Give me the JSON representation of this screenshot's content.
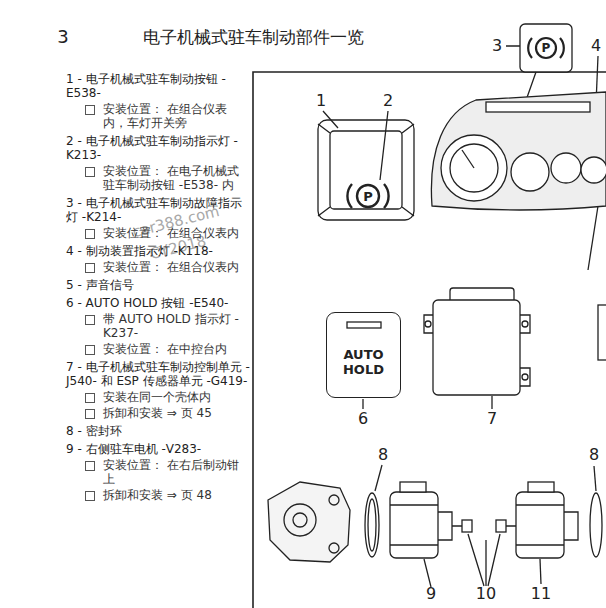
{
  "diagram": {
    "title": "电子机械式驻车制动部件一览",
    "nodes": [
      {
        "text": [
          "AUTO HOLD"
        ]
      }
    ],
    "labels": [
      "3",
      "1 - 电子机械式驻车制动按钮 -E538-",
      "安装位置： 在组合仪表内，车灯开关旁",
      "2 - 电子机械式驻车制动指示灯 -K213-",
      "安装位置： 在电子机械式驻车制动按钮 -E538- 内",
      "3 - 电子机械式驻车制动故障指示灯 -K214-",
      "安装位置： 在组合仪表内",
      "4 - 制动装置指示灯 -K118-",
      "安装位置： 在组合仪表内",
      "5 - 声音信号",
      "6 - AUTO HOLD 按钮 -E540-",
      "带 AUTO HOLD 指示灯 -K237-",
      "安装位置： 在中控台内",
      "7 - 电子机械式驻车制动控制单元 -J540- 和 ESP 传感器单元 -G419-",
      "安装在同一个壳体内",
      "拆卸和安装 ⇒ 页 45",
      "8 - 密封环",
      "9 - 右侧驻车电机 -V283-",
      "安装位置： 在右后制动钳上",
      "拆卸和安装 ⇒ 页 48",
      "car388.com",
      "CY2018",
      "1",
      "2",
      "3",
      "4",
      "6",
      "7",
      "8",
      "8",
      "9",
      "10",
      "11",
      "P",
      "P"
    ]
  }
}
